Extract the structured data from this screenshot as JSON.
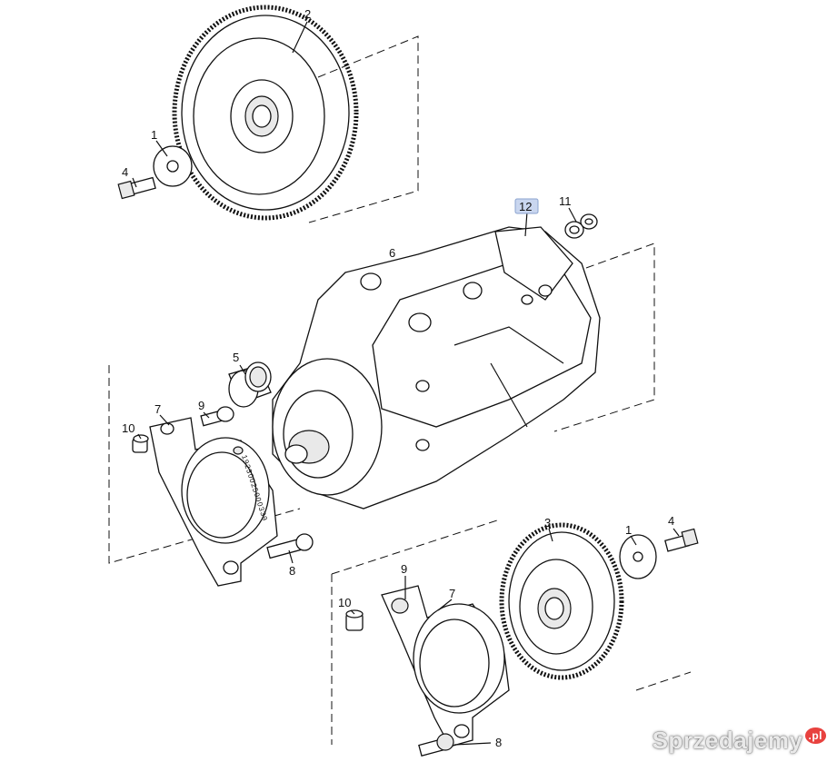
{
  "diagram": {
    "callouts": [
      {
        "id": "c2",
        "text": "2"
      },
      {
        "id": "c1a",
        "text": "1"
      },
      {
        "id": "c4a",
        "text": "4"
      },
      {
        "id": "c12",
        "text": "12"
      },
      {
        "id": "c11",
        "text": "11"
      },
      {
        "id": "c6",
        "text": "6"
      },
      {
        "id": "c5",
        "text": "5"
      },
      {
        "id": "c7a",
        "text": "7"
      },
      {
        "id": "c9a",
        "text": "9"
      },
      {
        "id": "c10a",
        "text": "10"
      },
      {
        "id": "c8a",
        "text": "8"
      },
      {
        "id": "c3",
        "text": "3"
      },
      {
        "id": "c1b",
        "text": "1"
      },
      {
        "id": "c4b",
        "text": "4"
      },
      {
        "id": "c9b",
        "text": "9"
      },
      {
        "id": "c7b",
        "text": "7"
      },
      {
        "id": "c10b",
        "text": "10"
      },
      {
        "id": "c8b",
        "text": "8"
      }
    ],
    "ring_marking": "19230025000339",
    "highlighted_callout": "12",
    "highlight_color": "#c9d6ef"
  },
  "watermark": {
    "text": "Sprzedajemy",
    "suffix": ".pl"
  }
}
